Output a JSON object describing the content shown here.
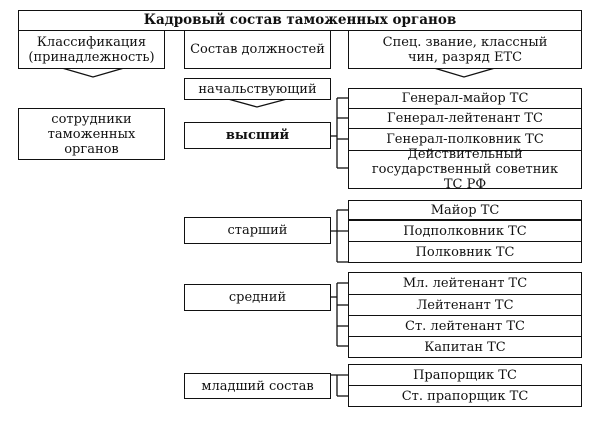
{
  "title": "Кадровый состав таможенных органов",
  "headers": {
    "classification": "Классификация (принадлежность)",
    "positions": "Состав должностей",
    "ranks": "Спец. звание, классный чин, разряд ЕТС"
  },
  "employees": "сотрудники таможенных органов",
  "command_staff": "начальствующий",
  "groups": [
    {
      "name": "высший",
      "ranks": [
        "Генерал-майор ТС",
        "Генерал-лейтенант ТС",
        "Генерал-полковник ТС",
        "Действительный государственный советник ТС РФ"
      ]
    },
    {
      "name": "старший",
      "ranks": [
        "Майор ТС",
        "Подполковник ТС",
        "Полковник ТС"
      ]
    },
    {
      "name": "средний",
      "ranks": [
        "Мл. лейтенант ТС",
        "Лейтенант ТС",
        "Ст. лейтенант ТС",
        "Капитан ТС"
      ]
    },
    {
      "name": "младший состав",
      "ranks": [
        "Прапорщик ТС",
        "Ст. прапорщик ТС"
      ]
    }
  ]
}
